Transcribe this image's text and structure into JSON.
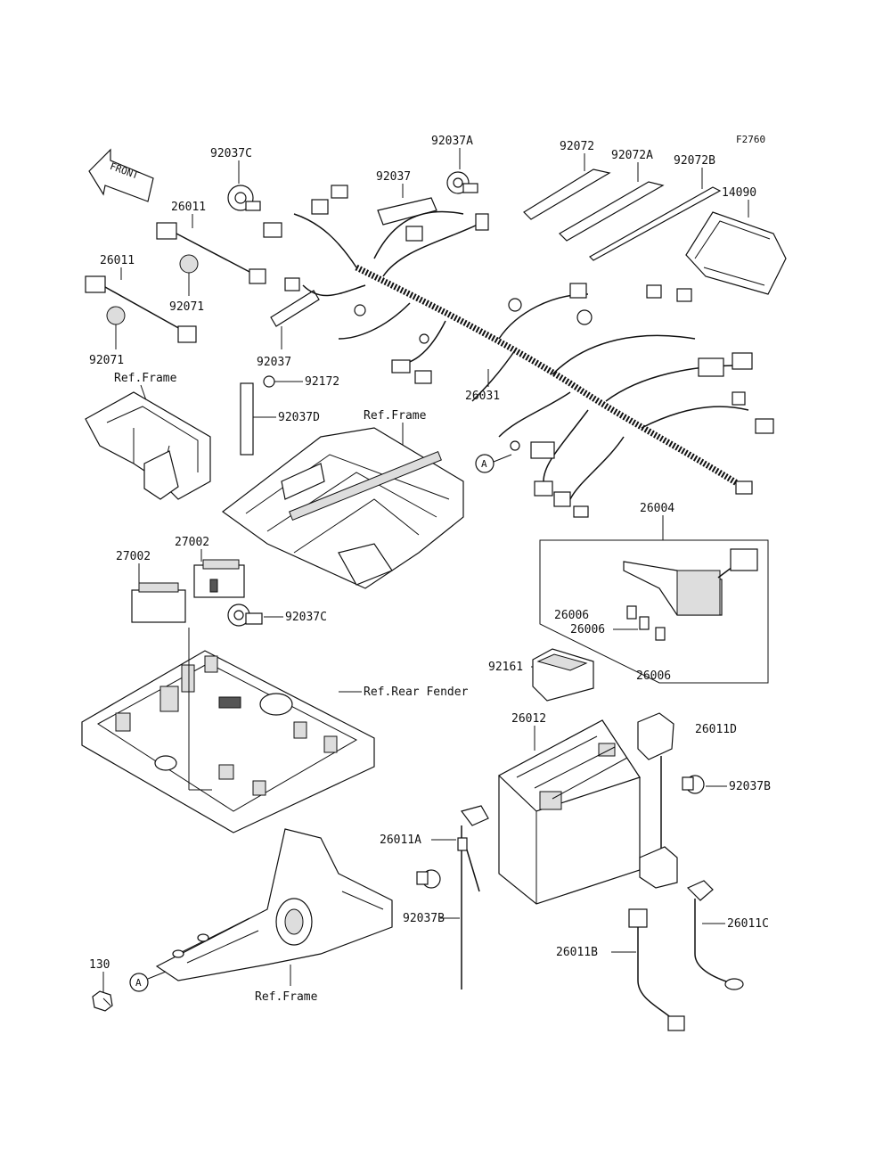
{
  "diagram": {
    "figure_id": "F2760",
    "front_label": "FRONT",
    "callout_letter": "A",
    "parts": {
      "p92037C_top": "92037C",
      "p92037A": "92037A",
      "p92037": "92037",
      "p92072": "92072",
      "p92072A": "92072A",
      "p92072B": "92072B",
      "p14090": "14090",
      "p26011_a": "26011",
      "p26011_b": "26011",
      "p92071_a": "92071",
      "p92071_b": "92071",
      "p92037_mid": "92037",
      "p92172": "92172",
      "p92037D": "92037D",
      "p26031": "26031",
      "p27002_a": "27002",
      "p27002_b": "27002",
      "p92037C_mid": "92037C",
      "p26004": "26004",
      "p26006_a": "26006",
      "p26006_b": "26006",
      "p26006_c": "26006",
      "p92161": "92161",
      "p26012": "26012",
      "p26011D": "26011D",
      "p92037B_right": "92037B",
      "p26011A": "26011A",
      "p92037B_left": "92037B",
      "p26011B": "26011B",
      "p26011C": "26011C",
      "p130": "130"
    },
    "refs": {
      "ref_frame_top_left": "Ref.Frame",
      "ref_frame_center": "Ref.Frame",
      "ref_rear_fender": "Ref.Rear Fender",
      "ref_frame_bottom": "Ref.Frame"
    }
  }
}
